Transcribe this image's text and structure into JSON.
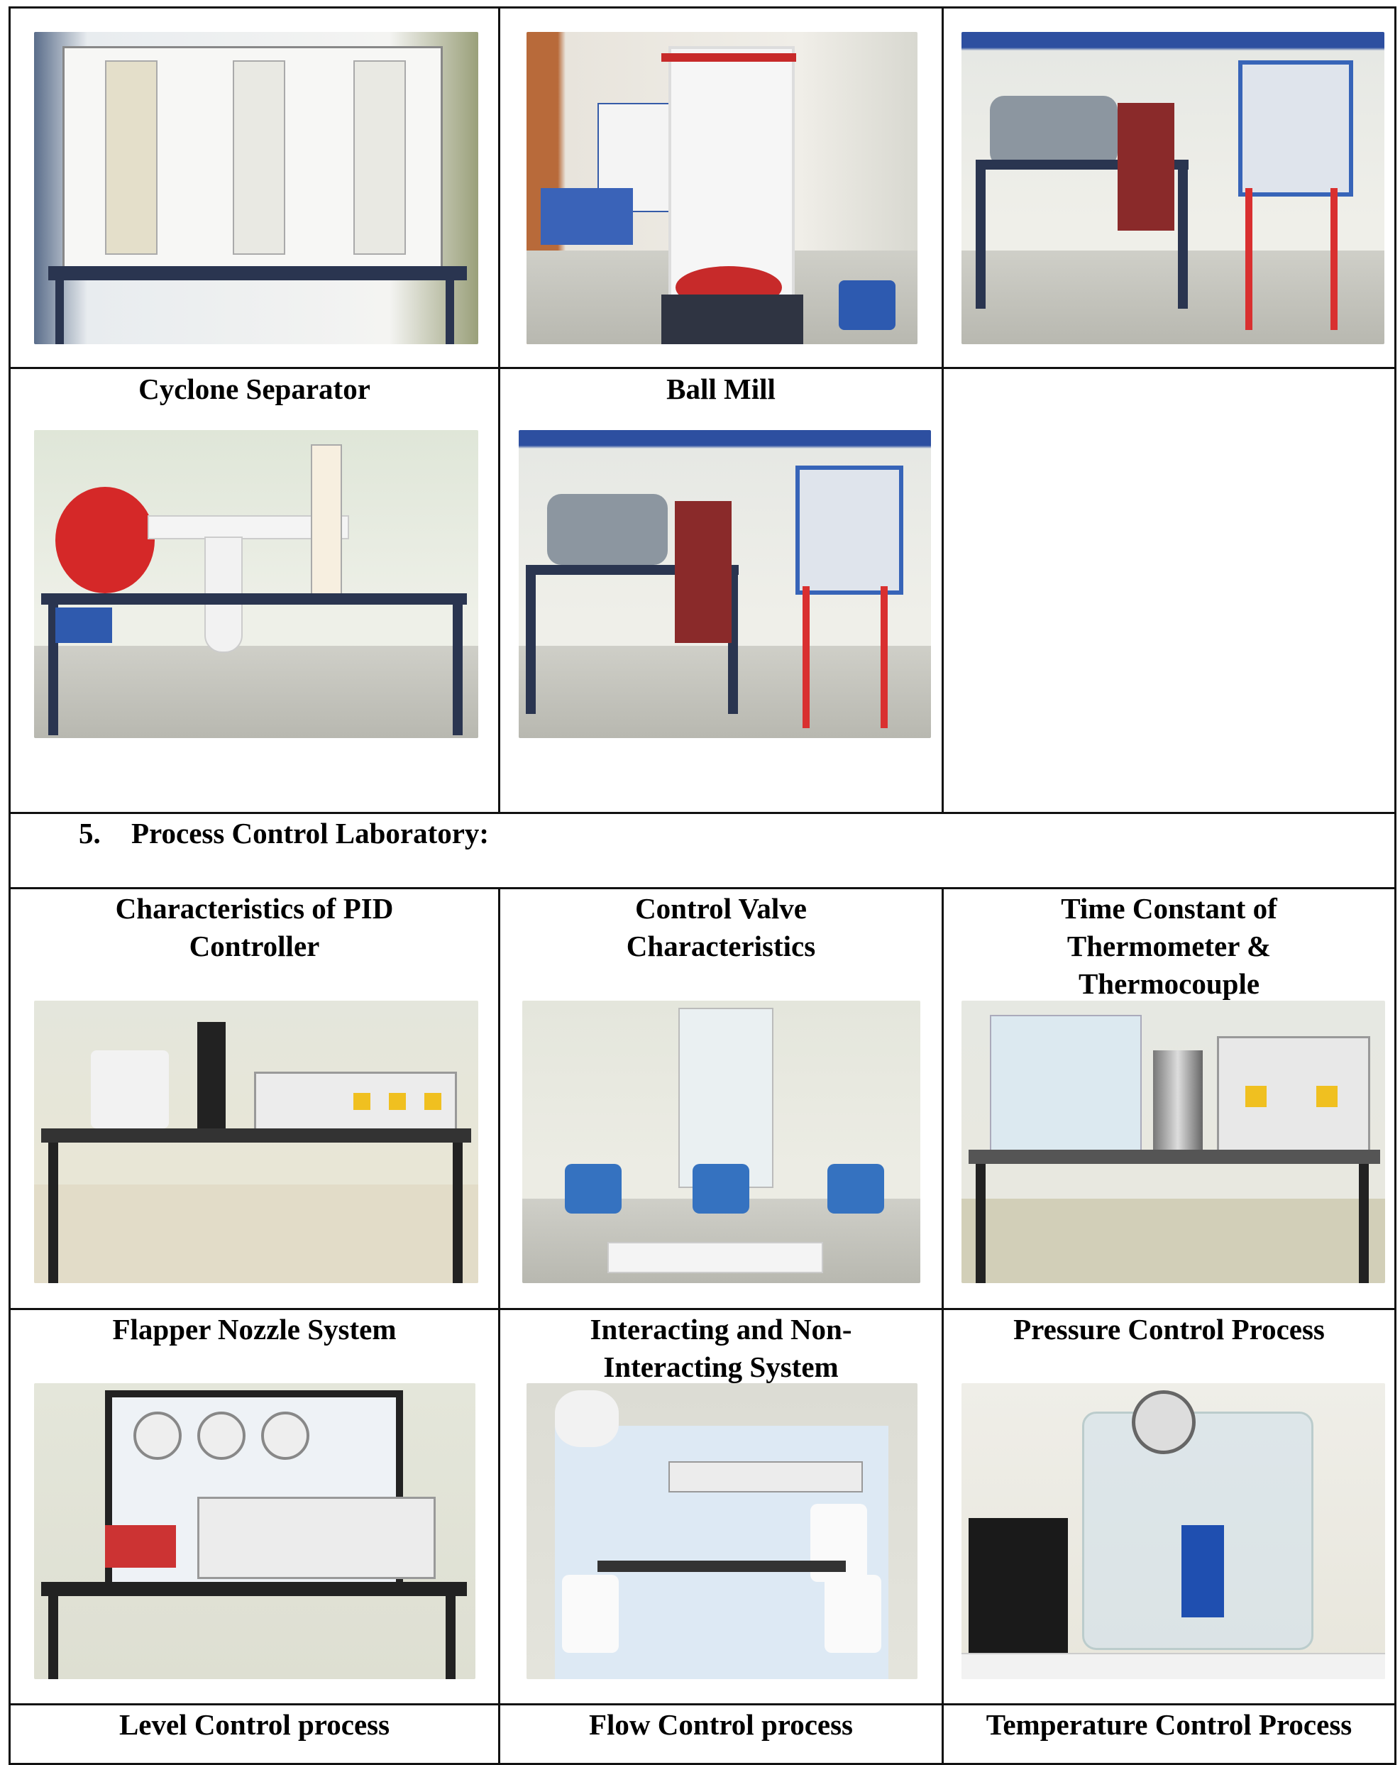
{
  "row2_captions": [
    "Cyclone Separator",
    "Ball Mill"
  ],
  "section": {
    "number": "5.",
    "title": "Process Control Laboratory:"
  },
  "row4_captions": [
    "Characteristics of PID Controller",
    "Control Valve Characteristics",
    "Time Constant of Thermometer & Thermocouple"
  ],
  "row5_captions": [
    "Flapper Nozzle System",
    "Interacting and Non-Interacting System",
    "Pressure Control Process"
  ],
  "row6_captions": [
    "Level Control process",
    "Flow Control process",
    "Temperature Control Process"
  ]
}
